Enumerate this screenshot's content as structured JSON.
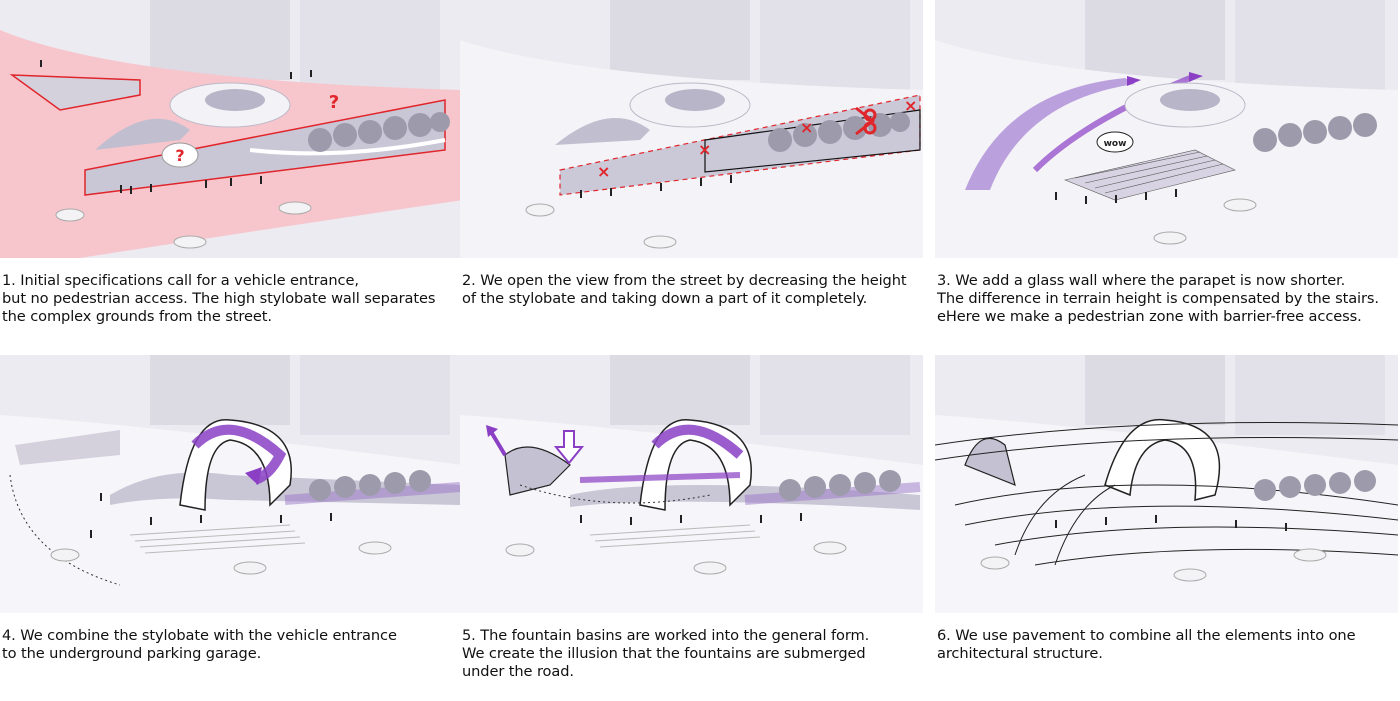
{
  "steps": [
    {
      "caption": "1. Initial specifications call for a vehicle entrance,\nbut no pedestrian access. The high stylobate wall separates\nthe complex grounds from the street.",
      "marks": [
        "?",
        "?"
      ]
    },
    {
      "caption": "2. We open the view from the street by decreasing the height\nof the stylobate and taking down a part of it completely.",
      "marks": [
        "×",
        "×",
        "×",
        "×"
      ]
    },
    {
      "caption": "3. We add a glass wall where the parapet is now shorter.\nThe difference in terrain height is compensated by the stairs.\neHere we make a pedestrian zone with barrier-free access.",
      "bubble": "wow"
    },
    {
      "caption": "4. We combine the stylobate with the vehicle entrance\nto the underground parking garage."
    },
    {
      "caption": "5. The fountain basins are worked into the general form.\nWe create the illusion that the fountains are submerged\nunder the road."
    },
    {
      "caption": "6. We use pavement to combine all the elements into one\narchitectural structure."
    }
  ],
  "colors": {
    "pink_zone": "#f7c6cc",
    "red_outline": "#e0252b",
    "purple_arrow": "#8a3fc4",
    "grey_building": "#d8d5df"
  }
}
